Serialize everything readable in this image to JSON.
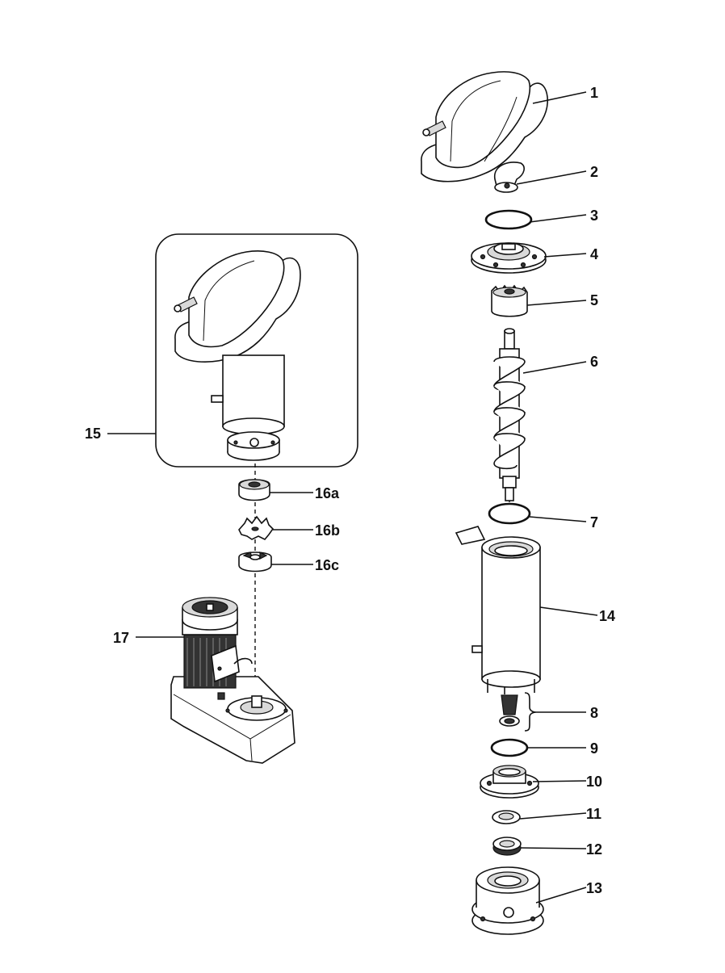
{
  "callouts": {
    "c1": "1",
    "c2": "2",
    "c3": "3",
    "c4": "4",
    "c5": "5",
    "c6": "6",
    "c7": "7",
    "c8": "8",
    "c9": "9",
    "c10": "10",
    "c11": "11",
    "c12": "12",
    "c13": "13",
    "c14": "14",
    "c15": "15",
    "c16a": "16a",
    "c16b": "16b",
    "c16c": "16c",
    "c17": "17"
  }
}
